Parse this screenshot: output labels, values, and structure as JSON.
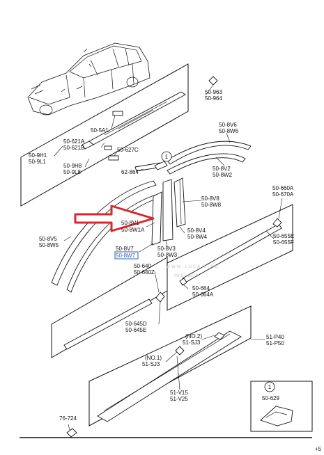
{
  "accent": "#d8262b",
  "highlight_color": "#2a62b5",
  "labels": {
    "l963": [
      "50-963",
      "50-964"
    ],
    "l8v6": [
      "50-8V6",
      "50-8W6"
    ],
    "l5a1": [
      "50-5A1"
    ],
    "l621": [
      "50-621A",
      "50-621B"
    ],
    "l9h1": [
      "50-9H1",
      "50-9L1"
    ],
    "l627": [
      "50-627C"
    ],
    "l9h8": [
      "50-9H8",
      "50-9L8"
    ],
    "l8v2": [
      "50-8V2",
      "50-8W2"
    ],
    "l864": [
      "62-864"
    ],
    "l8v8": [
      "50-8V8",
      "50-8W8"
    ],
    "l660": [
      "50-660A",
      "50-670A"
    ],
    "l8v1": [
      "50-8V1",
      "50-8W1A"
    ],
    "l8v4": [
      "50-8V4",
      "50-8W4"
    ],
    "l8v5": [
      "50-8V5",
      "50-8W5"
    ],
    "l655": [
      "50-655E",
      "50-655F"
    ],
    "l8v7": [
      "50-8V7",
      "50-8W7"
    ],
    "l8v3": [
      "50-8V3",
      "50-8W3"
    ],
    "l640": [
      "50-640",
      "50-640Z"
    ],
    "l664": [
      "50-664",
      "50-664A"
    ],
    "l645": [
      "50-645D",
      "50-645E"
    ],
    "lno2": [
      "(NO.2)",
      "51-SJ3"
    ],
    "lp40": [
      "51-P40",
      "51-P50"
    ],
    "lno1": [
      "(NO.1)",
      "51-SJ3"
    ],
    "lv15": [
      "51-V15",
      "51-V25"
    ],
    "l724": [
      "76-724"
    ],
    "l629": [
      "50-629"
    ]
  },
  "callout_1": "1",
  "callout_2": "1",
  "corner_mark": "+5",
  "watermark": [
    "W W W . L U C A . P . R U",
    "08.07.2018"
  ]
}
